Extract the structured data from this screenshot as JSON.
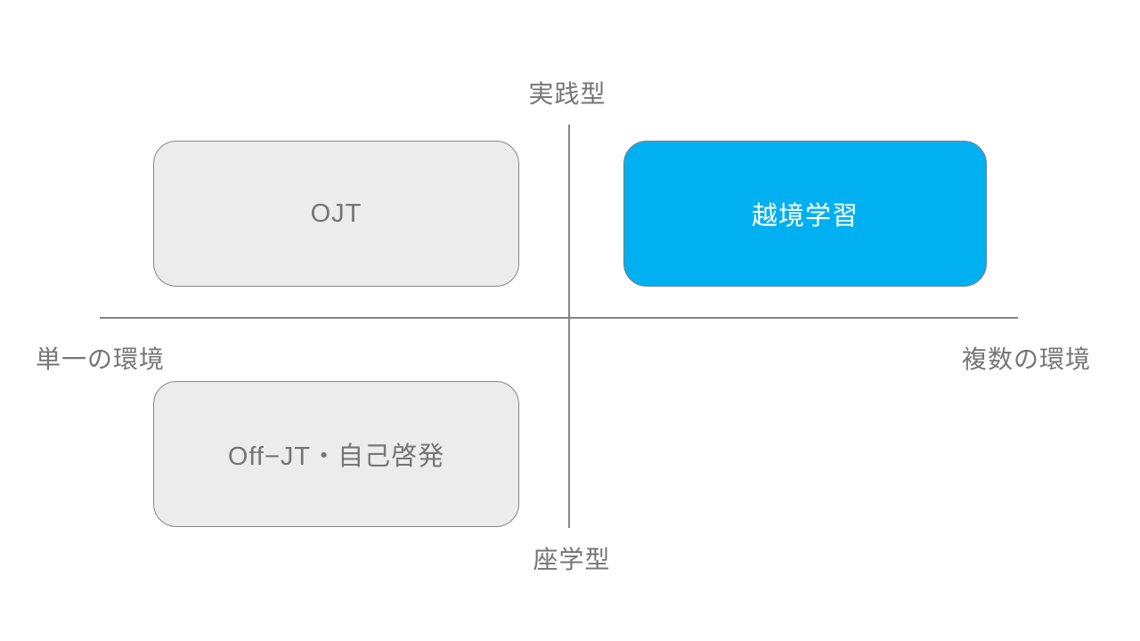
{
  "diagram": {
    "type": "quadrant-matrix",
    "axes": {
      "top_label": "実践型",
      "bottom_label": "座学型",
      "left_label": "単一の環境",
      "right_label": "複数の環境"
    },
    "quadrants": {
      "top_left": {
        "label": "OJT",
        "style": "gray"
      },
      "top_right": {
        "label": "越境学習",
        "style": "blue",
        "highlighted": true
      },
      "bottom_left": {
        "label": "Off−JT・自己啓発",
        "style": "gray"
      },
      "bottom_right": {
        "label": "",
        "style": "empty"
      }
    },
    "colors": {
      "highlight_blue": "#00B0F0",
      "box_gray_fill": "#ececec",
      "box_border_gray": "#858585",
      "axis_line_gray": "#848484",
      "text_gray": "#757575",
      "highlight_text": "#ffffff",
      "background": "#ffffff"
    }
  }
}
